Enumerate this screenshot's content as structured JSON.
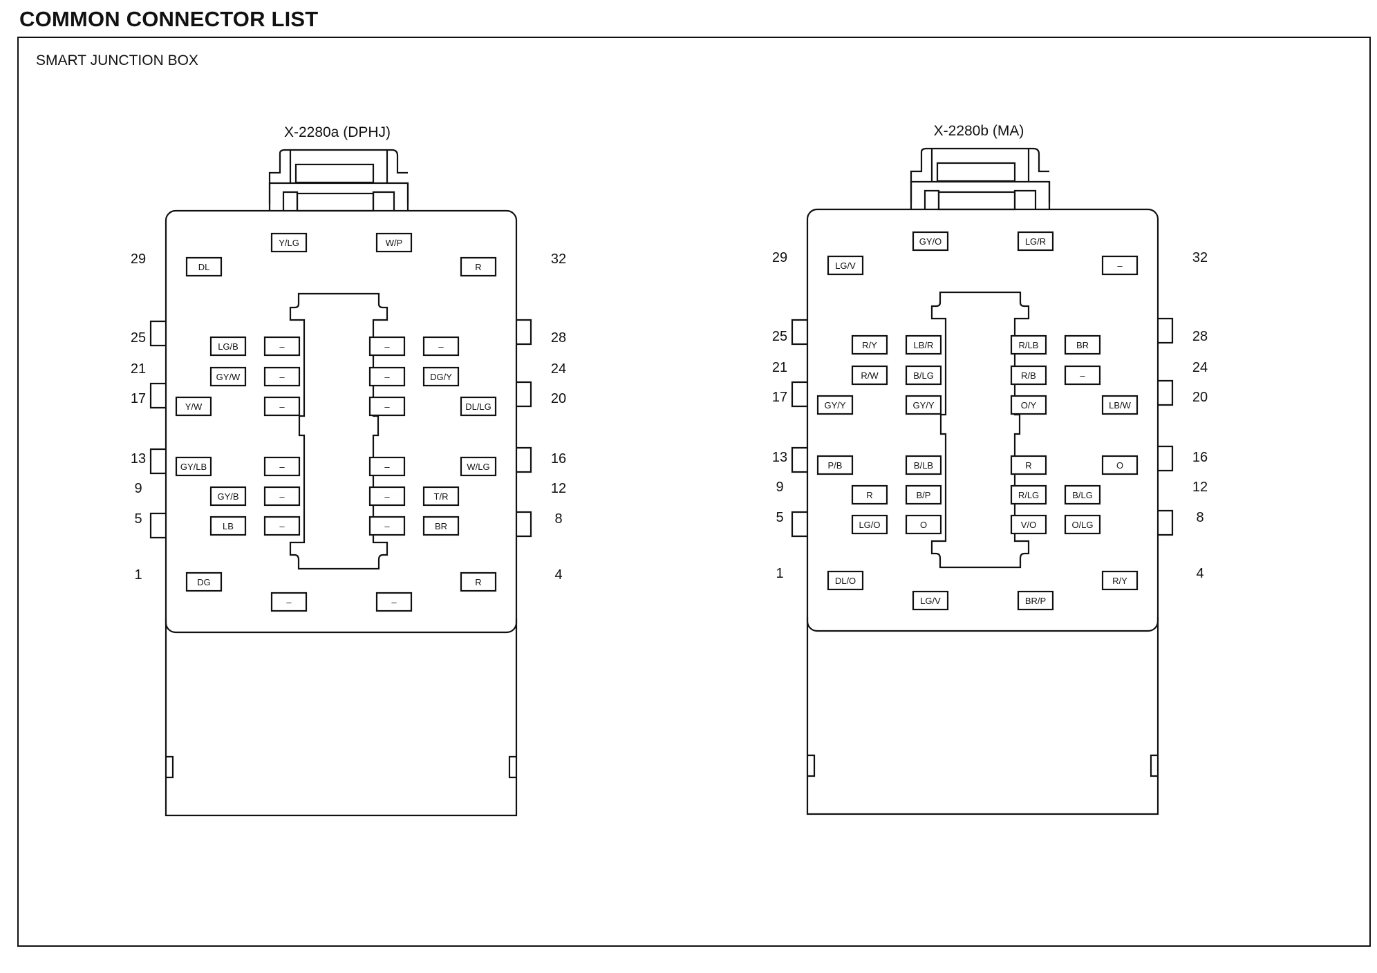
{
  "header": {
    "title": "COMMON CONNECTOR LIST"
  },
  "section": {
    "label": "SMART JUNCTION BOX"
  },
  "connectors": [
    {
      "name": "X-2280a (DPHJ)",
      "pin_labels": [
        "29",
        "32",
        "25",
        "28",
        "21",
        "24",
        "17",
        "20",
        "13",
        "16",
        "9",
        "12",
        "5",
        "8",
        "1",
        "4"
      ],
      "wires": [
        "Y/LG",
        "W/P",
        "DL",
        "R",
        "LG/B",
        "–",
        "–",
        "–",
        "GY/W",
        "–",
        "–",
        "DG/Y",
        "Y/W",
        "–",
        "–",
        "DL/LG",
        "GY/LB",
        "–",
        "–",
        "W/LG",
        "GY/B",
        "–",
        "–",
        "T/R",
        "LB",
        "–",
        "–",
        "BR",
        "DG",
        "R",
        "–",
        "–"
      ]
    },
    {
      "name": "X-2280b (MA)",
      "pin_labels": [
        "29",
        "32",
        "25",
        "28",
        "21",
        "24",
        "17",
        "20",
        "13",
        "16",
        "9",
        "12",
        "5",
        "8",
        "1",
        "4"
      ],
      "wires": [
        "GY/O",
        "LG/R",
        "LG/V",
        "–",
        "R/Y",
        "LB/R",
        "R/LB",
        "BR",
        "R/W",
        "B/LG",
        "R/B",
        "–",
        "GY/Y",
        "GY/Y",
        "O/Y",
        "LB/W",
        "P/B",
        "B/LB",
        "R",
        "O",
        "R",
        "B/P",
        "R/LG",
        "B/LG",
        "LG/O",
        "O",
        "V/O",
        "O/LG",
        "DL/O",
        "R/Y",
        "LG/V",
        "BR/P"
      ]
    }
  ]
}
